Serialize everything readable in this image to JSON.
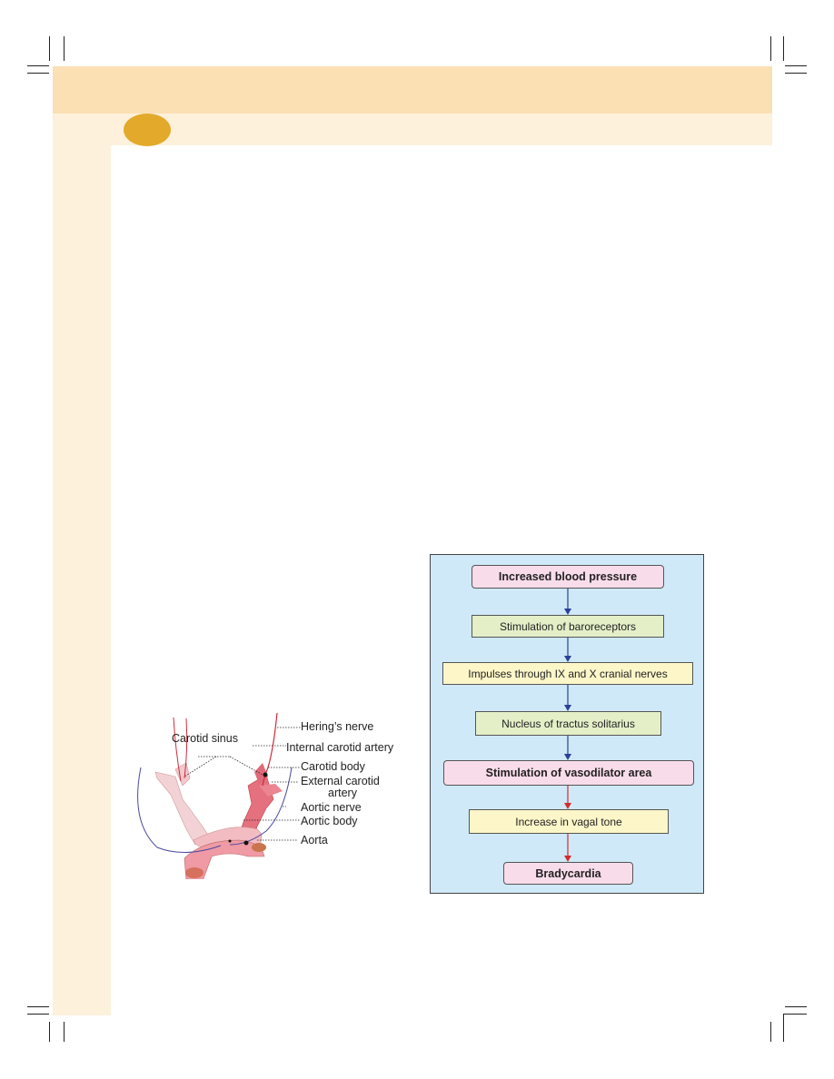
{
  "figure": {
    "labels": {
      "carotid_sinus": "Carotid sinus",
      "herings_nerve": "Hering’s nerve",
      "internal_carotid": "Internal carotid artery",
      "carotid_body": "Carotid body",
      "external_carotid_1": "External carotid",
      "external_carotid_2": "artery",
      "aortic_nerve": "Aortic nerve",
      "aortic_body": "Aortic body",
      "aorta": "Aorta"
    }
  },
  "flowchart": {
    "steps": [
      "Increased blood pressure",
      "Stimulation of baroreceptors",
      "Impulses through IX and X cranial nerves",
      "Nucleus of tractus solitarius",
      "Stimulation of vasodilator area",
      "Increase in vagal tone",
      "Bradycardia"
    ],
    "colors": {
      "arrow_blue": "#2b3f9a",
      "arrow_red": "#d42b2b",
      "background": "#cfe9f8"
    }
  }
}
